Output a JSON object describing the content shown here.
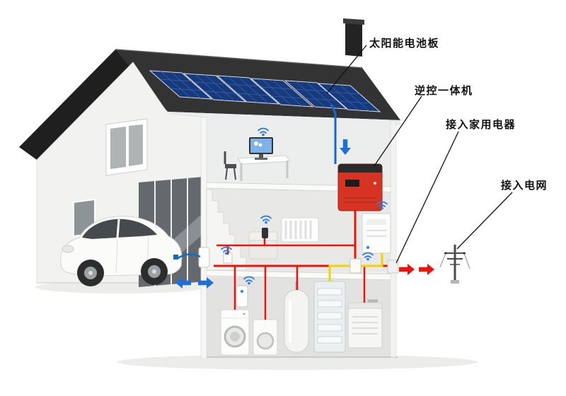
{
  "labels": {
    "solar_panel": "太阳能电池板",
    "inverter": "逆控一体机",
    "home_appliances": "接入家用电器",
    "grid": "接入电网"
  },
  "icons": {
    "wifi": "wifi-icon",
    "flow_arrow": "bold-flow-arrow"
  },
  "colors": {
    "solar_panel": "#173a7c",
    "inverter": "#d63322",
    "wire_dc": "#1668c9",
    "wire_ac": "#e8150d",
    "wire_battery": "#f0d400",
    "arrow_blue": "#1e6fd9",
    "wifi": "#2a7de1"
  }
}
